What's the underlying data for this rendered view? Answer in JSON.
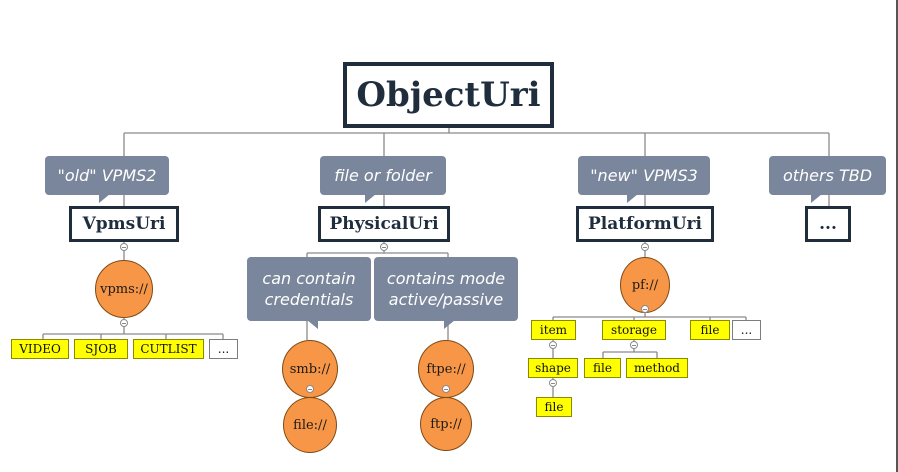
{
  "root": {
    "label": "ObjectUri"
  },
  "callouts": {
    "old": "\"old\" VPMS2",
    "file_folder": "file or folder",
    "new": "\"new\" VPMS3",
    "others": "others TBD",
    "credentials_line1": "can contain",
    "credentials_line2": "credentials",
    "mode_line1": "contains mode",
    "mode_line2": "active/passive"
  },
  "branches": {
    "vpms": "VpmsUri",
    "physical": "PhysicalUri",
    "platform": "PlatformUri",
    "others": "..."
  },
  "schemes": {
    "vpms": "vpms://",
    "smb": "smb://",
    "file": "file://",
    "ftpe": "ftpe://",
    "ftp": "ftp://",
    "pf": "pf://"
  },
  "vpms_types": [
    "VIDEO",
    "SJOB",
    "CUTLIST",
    "..."
  ],
  "platform_types": {
    "item": "item",
    "storage": "storage",
    "file": "file",
    "more": "...",
    "shape": "shape",
    "shape_file": "file",
    "storage_file": "file",
    "method": "method"
  },
  "colors": {
    "box_border": "#1f2d3d",
    "callout": "#7a869b",
    "circle": "#f79646",
    "tag": "#ffff00",
    "connector": "#8a8a8a"
  }
}
